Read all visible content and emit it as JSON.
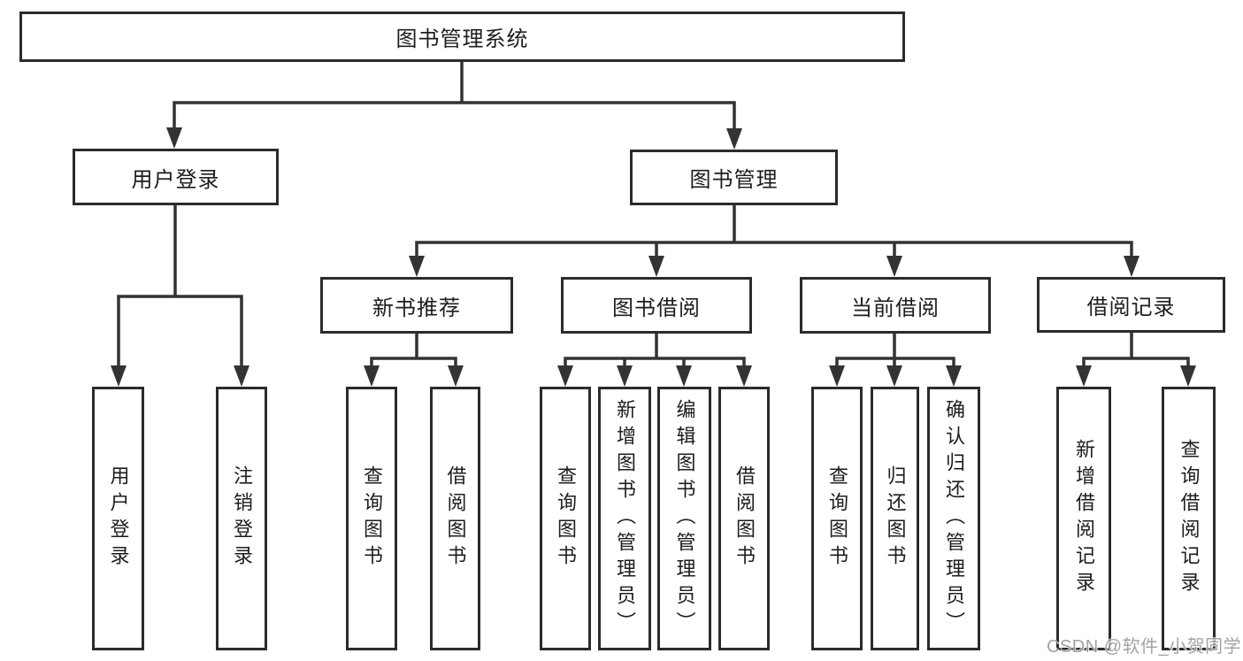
{
  "diagram_title": "图书管理系统",
  "nodes": {
    "root": {
      "label": "图书管理系统"
    },
    "user_login": {
      "label": "用户登录"
    },
    "book_mgmt": {
      "label": "图书管理"
    },
    "new_book_rec": {
      "label": "新书推荐"
    },
    "book_borrow": {
      "label": "图书借阅"
    },
    "current_borrow": {
      "label": "当前借阅"
    },
    "borrow_record": {
      "label": "借阅记录"
    },
    "leaf_user_login": {
      "label": "用户登录"
    },
    "leaf_logout_login": {
      "label": "注销登录"
    },
    "leaf_query_book_rec": {
      "label": "查询图书"
    },
    "leaf_borrow_book_rec": {
      "label": "借阅图书"
    },
    "leaf_query_book_borrow": {
      "label": "查询图书"
    },
    "leaf_add_book": {
      "label": "新增图书（管理员）"
    },
    "leaf_edit_book": {
      "label": "编辑图书（管理员）"
    },
    "leaf_borrow_book_borrow": {
      "label": "借阅图书"
    },
    "leaf_query_book_current": {
      "label": "查询图书"
    },
    "leaf_return_book": {
      "label": "归还图书"
    },
    "leaf_confirm_return": {
      "label": "确认归还（管理员）"
    },
    "leaf_add_borrow_record": {
      "label": "新增借阅记录"
    },
    "leaf_query_borrow_record": {
      "label": "查询借阅记录"
    }
  },
  "hierarchy": {
    "图书管理系统": {
      "用户登录": [
        "用户登录",
        "注销登录"
      ],
      "图书管理": {
        "新书推荐": [
          "查询图书",
          "借阅图书"
        ],
        "图书借阅": [
          "查询图书",
          "新增图书（管理员）",
          "编辑图书（管理员）",
          "借阅图书"
        ],
        "当前借阅": [
          "查询图书",
          "归还图书",
          "确认归还（管理员）"
        ],
        "借阅记录": [
          "新增借阅记录",
          "查询借阅记录"
        ]
      }
    }
  },
  "watermark": {
    "text": "CSDN @软件_小贺同学"
  },
  "colors": {
    "line": "#333333",
    "border": "#2b2b2b",
    "fill": "#ffffff",
    "text": "#1d1d1d",
    "watermark": "#9c9c9c",
    "background": "#ffffff"
  }
}
